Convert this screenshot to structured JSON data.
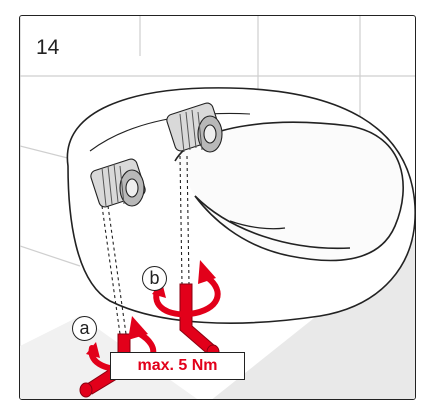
{
  "step": {
    "number": "14"
  },
  "callouts": {
    "a": "a",
    "b": "b"
  },
  "torque": {
    "label": "max. 5 Nm"
  },
  "colors": {
    "accent": "#e2001a",
    "outline": "#222222",
    "wall": "#ffffff",
    "floor": "#e9e9e9",
    "tile_line": "#cfcfcf"
  },
  "icons": [
    "rotate-arrow-icon",
    "tightening-screw-icon",
    "mounting-bolt-icon"
  ]
}
